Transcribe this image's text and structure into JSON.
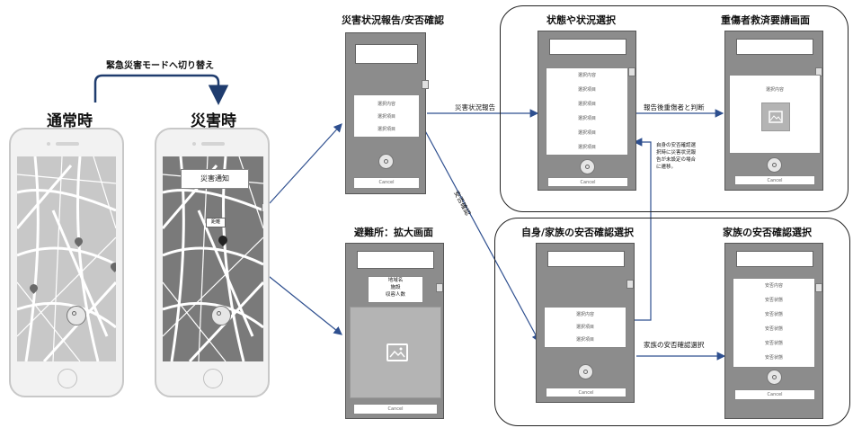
{
  "left": {
    "switch_label": "緊急災害モードへ切り替え",
    "normal_label": "通常時",
    "disaster_label": "災害時",
    "notice_label": "災害通知",
    "pin_label": "距離"
  },
  "panels": {
    "report": {
      "title": "災害状況報告/安否確認",
      "rows": [
        "選択内容",
        "選択項目",
        "選択項目"
      ],
      "cancel": "Cancel"
    },
    "shelter": {
      "title": "避難所：拡大画面",
      "info_lines": [
        "地域名",
        "施設",
        "収容人数"
      ],
      "cancel": "Cancel"
    },
    "state": {
      "title": "状態や状況選択",
      "rows": [
        "選択内容",
        "選択項目",
        "選択項目",
        "選択項目",
        "選択項目",
        "選択項目"
      ],
      "cancel": "Cancel"
    },
    "rescue": {
      "title": "重傷者救済要請画面",
      "row": "選択内容",
      "cancel": "Cancel"
    },
    "family_select": {
      "title": "自身/家族の安否確認選択",
      "rows": [
        "選択内容",
        "選択項目",
        "選択項目"
      ],
      "cancel": "Cancel"
    },
    "family_status": {
      "title": "家族の安否確認選択",
      "rows": [
        "安否内容",
        "安否状態",
        "安否状態",
        "安否状態",
        "安否状態",
        "安否状態"
      ],
      "cancel": "Cancel"
    }
  },
  "arrows": {
    "report_to_state": "災害状況報告",
    "report_to_family": "安否確認",
    "state_to_rescue": "報告後重傷者と判断",
    "family_to_status": "家族の安否確認選択",
    "family_back_note": [
      "自身の安否確認選",
      "択時に災害状況報",
      "告が未設定の場合",
      "に遷移。"
    ]
  },
  "colors": {
    "arrow": "#2e4f8f",
    "screen_gray": "#8c8c8c",
    "map_gray": "#c8c8c8",
    "switch_arrow": "#1f3c6e"
  }
}
